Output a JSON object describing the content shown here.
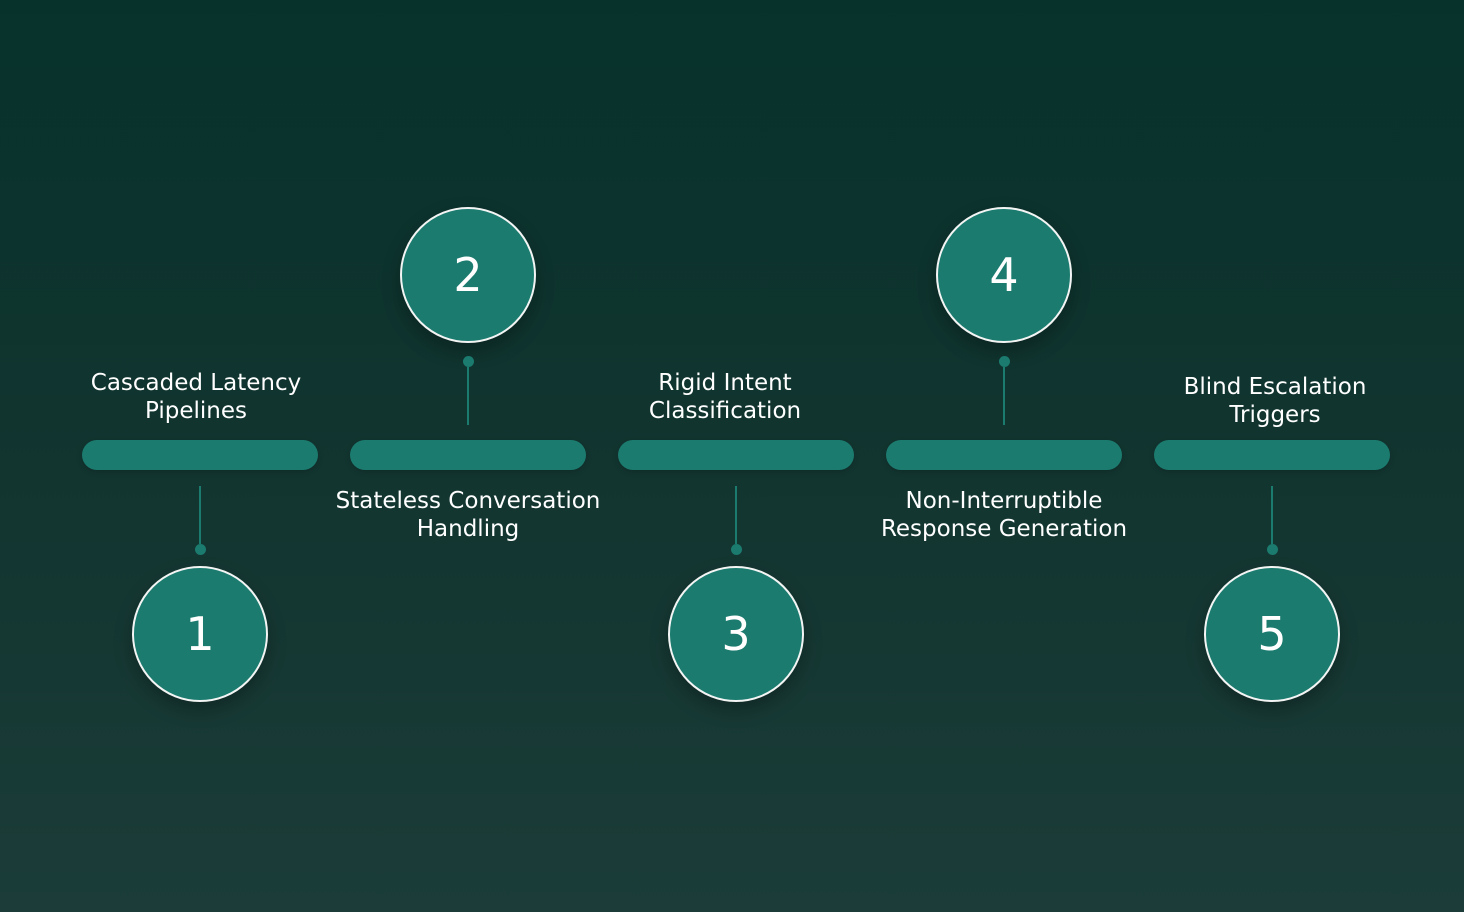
{
  "colors": {
    "background_top": "#07322c",
    "background_bottom": "#1b3c38",
    "accent": "#1b7b6f",
    "circle_border": "#f2f5f4",
    "text": "#ffffff"
  },
  "steps": [
    {
      "number": "1",
      "title_lines": [
        "Cascaded Latency",
        "Pipelines"
      ]
    },
    {
      "number": "2",
      "title_lines": [
        "Stateless Conversation",
        "Handling"
      ]
    },
    {
      "number": "3",
      "title_lines": [
        "Rigid Intent",
        "Classification"
      ]
    },
    {
      "number": "4",
      "title_lines": [
        "Non-Interruptible",
        "Response Generation"
      ]
    },
    {
      "number": "5",
      "title_lines": [
        "Blind Escalation",
        "Triggers"
      ]
    }
  ]
}
